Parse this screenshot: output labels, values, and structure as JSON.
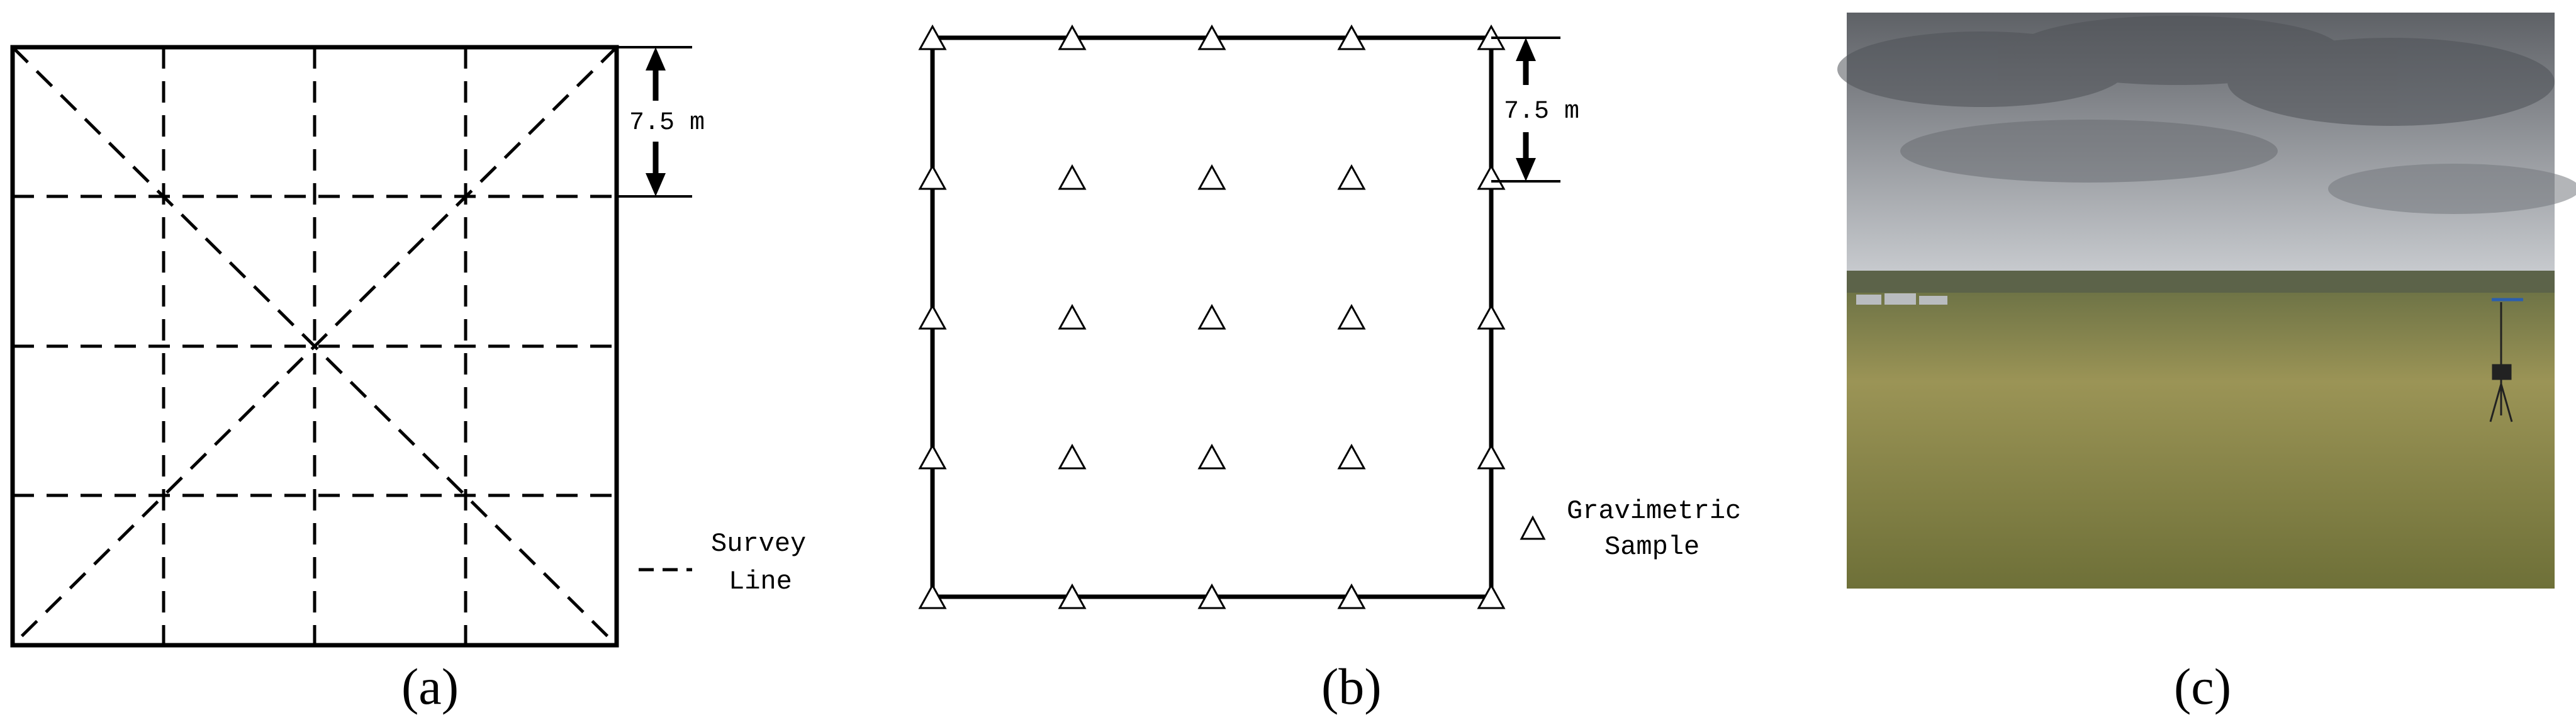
{
  "panel_a": {
    "dimension_label": "7.5 m",
    "legend_line1": "Survey",
    "legend_line2": "Line",
    "caption": "(a)"
  },
  "panel_b": {
    "dimension_label": "7.5 m",
    "legend_line1": "Gravimetric",
    "legend_line2": "Sample",
    "caption": "(b)"
  },
  "panel_c": {
    "caption": "(c)"
  },
  "colors": {
    "line": "#000000",
    "sky": "#8a8d91",
    "grass": "#8f8c4c"
  }
}
